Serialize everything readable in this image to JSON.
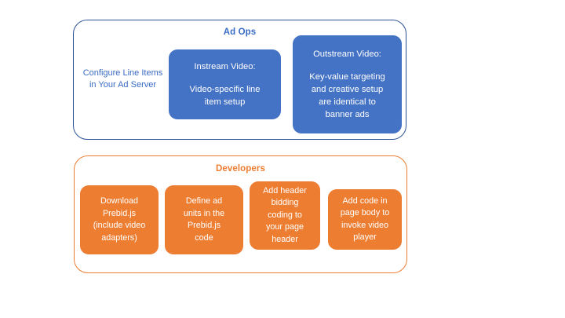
{
  "diagram": {
    "type": "grouped-process-boxes",
    "background_color": "#FFFFFF",
    "groups": [
      {
        "id": "ad-ops",
        "title": "Ad Ops",
        "title_color": "#3A6BC4",
        "border_color": "#2F5496",
        "nodes": [
          {
            "id": "configure-line-items",
            "style": "plain",
            "text_color": "#3A6BC4",
            "lines": [
              "Configure Line",
              "Items in Your Ad",
              "Server"
            ]
          },
          {
            "id": "instream-video",
            "style": "filled",
            "fill": "#4472C4",
            "text_color": "#FFFFFF",
            "heading": "Instream Video:",
            "lines": [
              "Video-specific line",
              "item setup"
            ]
          },
          {
            "id": "outstream-video",
            "style": "filled",
            "fill": "#4472C4",
            "text_color": "#FFFFFF",
            "heading": "Outstream Video:",
            "lines": [
              "Key-value targeting",
              "and creative setup",
              "are identical to",
              "banner ads"
            ]
          }
        ]
      },
      {
        "id": "developers",
        "title": "Developers",
        "title_color": "#ED7D31",
        "border_color": "#ED7D31",
        "nodes": [
          {
            "id": "download-prebid",
            "style": "filled",
            "fill": "#ED7D31",
            "text_color": "#FFFFFF",
            "lines": [
              "Download",
              "Prebid.js",
              "(include video",
              "adapters)"
            ]
          },
          {
            "id": "define-ad-units",
            "style": "filled",
            "fill": "#ED7D31",
            "text_color": "#FFFFFF",
            "lines": [
              "Define ad",
              "units in the",
              "Prebid.js",
              "code"
            ]
          },
          {
            "id": "add-header-bidding-code",
            "style": "filled",
            "fill": "#ED7D31",
            "text_color": "#FFFFFF",
            "lines": [
              "Add header",
              "bidding",
              "coding to",
              "your page",
              "header"
            ]
          },
          {
            "id": "add-page-body-code",
            "style": "filled",
            "fill": "#ED7D31",
            "text_color": "#FFFFFF",
            "lines": [
              "Add code in",
              "page body to",
              "invoke video",
              "player"
            ]
          }
        ]
      }
    ]
  }
}
